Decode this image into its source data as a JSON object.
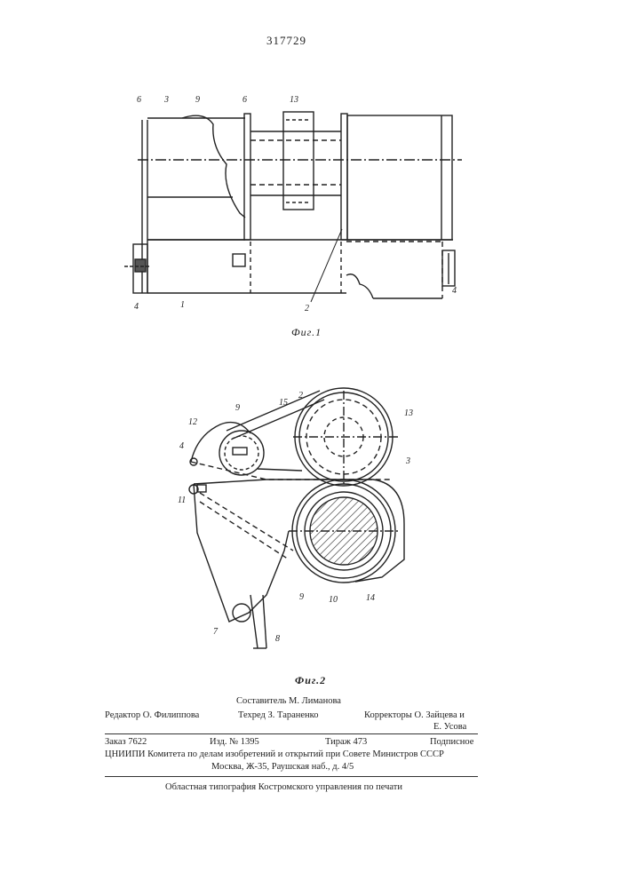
{
  "patent_number": "317729",
  "fig1": {
    "caption": "Фиг.1",
    "labels": {
      "l6a": "6",
      "l3": "3",
      "l9": "9",
      "l6b": "6",
      "l13": "13",
      "l4a": "4",
      "l1": "1",
      "l2": "2",
      "l4b": "4"
    }
  },
  "fig2": {
    "caption": "Фиг.2",
    "labels": {
      "l15": "15",
      "l2": "2",
      "l13": "13",
      "l12": "12",
      "l9a": "9",
      "l4": "4",
      "l3": "3",
      "l11": "11",
      "l9b": "9",
      "l10": "10",
      "l14": "14",
      "l7": "7",
      "l8": "8"
    }
  },
  "credits": {
    "compiler": "Составитель  М.  Лиманова",
    "editor": "Редактор  О.  Филиппова",
    "techred": "Техред  З.  Тараненко",
    "correctors_1": "Корректоры  О.  Зайцева  и",
    "correctors_2": "Е.  Усова",
    "order": "Заказ  7622",
    "izd": "Изд.  №  1395",
    "tirazh": "Тираж  473",
    "podpisnoe": "Подписное",
    "org_line": "ЦНИИПИ  Комитета  по  делам  изобретений  и  открытий  при  Совете  Министров  СССР",
    "address": "Москва,  Ж-35,  Раушская  наб.,  д.  4/5",
    "printer": "Областная  типография  Костромского  управления  по  печати"
  }
}
